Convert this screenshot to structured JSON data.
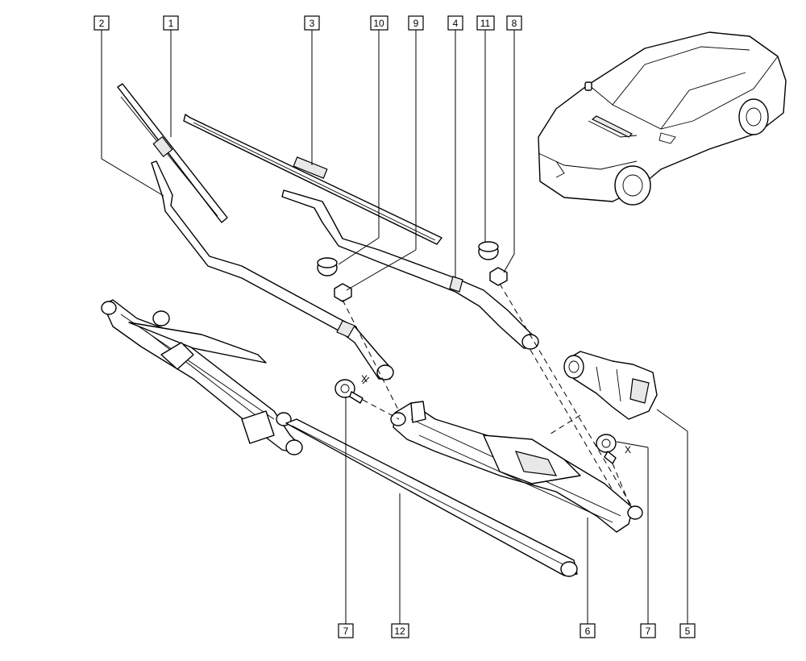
{
  "callouts": [
    {
      "id": "c1",
      "label": "1"
    },
    {
      "id": "c2",
      "label": "2"
    },
    {
      "id": "c3",
      "label": "3"
    },
    {
      "id": "c10",
      "label": "10"
    },
    {
      "id": "c9",
      "label": "9"
    },
    {
      "id": "c4",
      "label": "4"
    },
    {
      "id": "c11",
      "label": "11"
    },
    {
      "id": "c8",
      "label": "8"
    },
    {
      "id": "c7a",
      "label": "7"
    },
    {
      "id": "c12",
      "label": "12"
    },
    {
      "id": "c6",
      "label": "6"
    },
    {
      "id": "c7b",
      "label": "7"
    },
    {
      "id": "c5",
      "label": "5"
    }
  ],
  "marks": {
    "x_left": "X",
    "x_right": "X"
  },
  "colors": {
    "line": "#000000",
    "background": "#ffffff"
  }
}
